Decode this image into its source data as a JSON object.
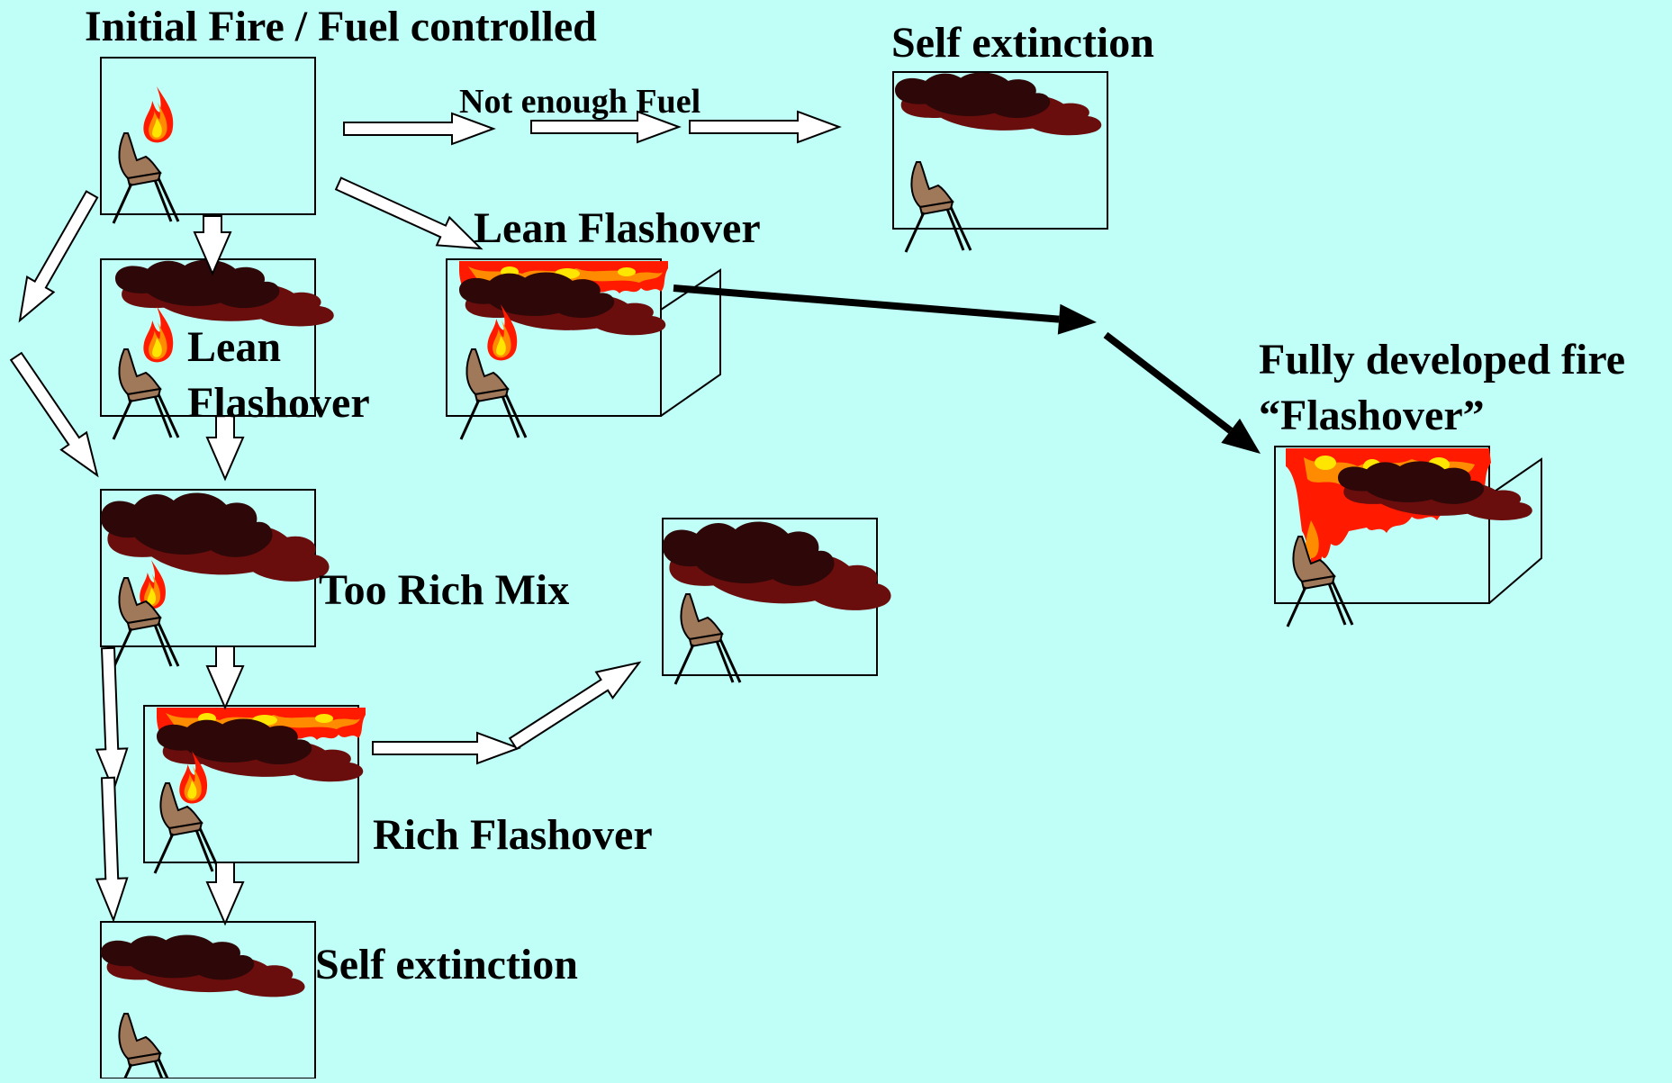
{
  "labels": {
    "initial": "Initial Fire / Fuel controlled",
    "self_extinction_top": "Self extinction",
    "not_enough_fuel": "Not enough Fuel",
    "lean_flashover_top": "Lean Flashover",
    "lean_word": "Lean",
    "flashover_word": "Flashover",
    "too_rich_mix": "Too Rich Mix",
    "rich_flashover": "Rich Flashover",
    "self_extinction_bottom": "Self extinction",
    "fully_developed": "Fully developed fire",
    "flashover_quoted": "“Flashover”"
  },
  "colors": {
    "background": "#c0fff8",
    "smoke_dark": "#2e0808",
    "smoke_red": "#6a0d0d",
    "flame_red": "#ff1a00",
    "flame_orange": "#ff8c00",
    "flame_yellow": "#ffe600",
    "chair": "#a0785a"
  }
}
